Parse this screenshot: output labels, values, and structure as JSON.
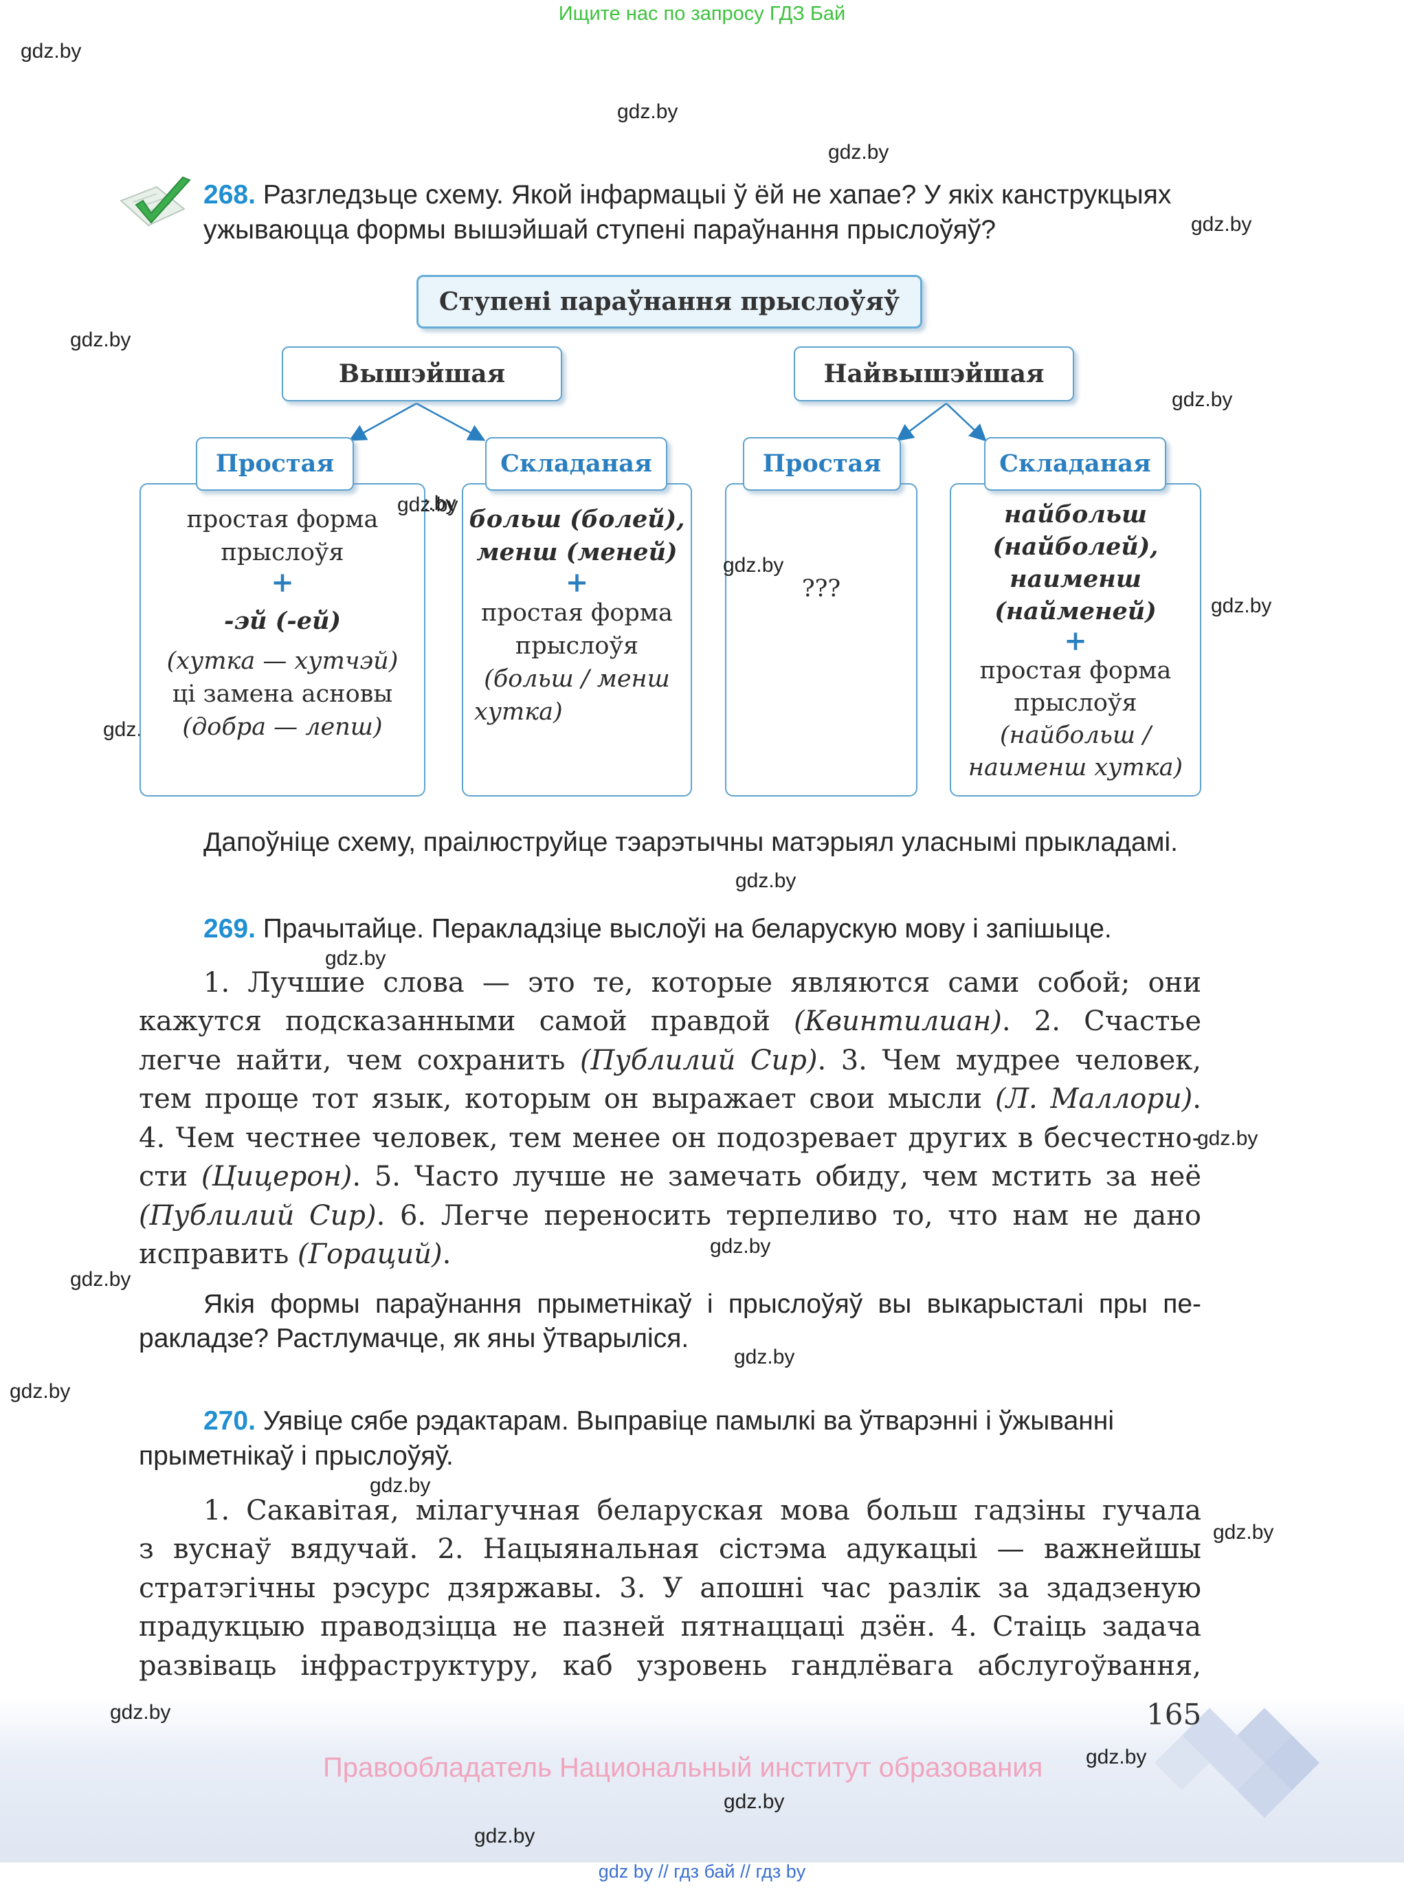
{
  "banner": "Ищите нас по запросу ГДЗ Бай",
  "watermark": "gdz.by",
  "ex268": {
    "num": "268.",
    "line1": "Разгледзьце схему. Якой інфармацыі ў ёй не хапае? У якіх канструкцыях",
    "line2": "ужываюцца формы вышэйшай ступені параўнання прыслоўяў?"
  },
  "diagram": {
    "root": "Ступені параўнання прыслоўяў",
    "higher": "Вышэйшая",
    "highest": "Найвышэйшая",
    "simple": "Простая",
    "compound": "Складаная",
    "col1": {
      "l1": "простая форма",
      "l2": "прыслоўя",
      "plus": "+",
      "l3": "-эй (-ей)",
      "l4": "(хутка — хутчэй)",
      "l5": "ці замена асновы",
      "l6": "(добра — лепш)"
    },
    "col2": {
      "l1": "больш (болей),",
      "l2": "менш (меней)",
      "plus": "+",
      "l3": "простая форма",
      "l4": "прыслоўя",
      "l5": "(больш / менш",
      "l6": "хутка)"
    },
    "col3": {
      "l1": "???"
    },
    "col4": {
      "l1": "найбольш",
      "l2": "(найболей),",
      "l3": "наименш",
      "l4": "(найменей)",
      "plus": "+",
      "l5": "простая форма",
      "l6": "прыслоўя",
      "l7": "(найбольш /",
      "l8": "наименш хутка)"
    }
  },
  "ex268_task": "Дапоўніце схему, праілюструйце тэарэтычны матэрыял уласнымі прыкладамі.",
  "ex269": {
    "num": "269.",
    "text": "Прачытайце. Перакладзіце выслоўі на беларускую мову і запішыце.",
    "l1": "1. Лучшие слова — это те, которые являются сами собой; они",
    "l2a": "кажутся подсказанными самой правдой ",
    "l2b": "(Квинтилиан)",
    "l2c": ". 2. Счастье",
    "l3a": "легче найти, чем сохранить ",
    "l3b": "(Публилий Сир)",
    "l3c": ". 3. Чем мудрее человек,",
    "l4a": "тем проще тот язык, которым он выражает свои мысли ",
    "l4b": "(Л. Маллори)",
    "l4c": ".",
    "l5": "4. Чем честнее человек, тем менее он подозревает других в бесчестно-",
    "l6a": "сти ",
    "l6b": "(Цицерон)",
    "l6c": ". 5. Часто лучше не замечать обиду, чем мстить за неё",
    "l7a": "(Публилий Сир)",
    "l7b": ". 6. Легче переносить терпеливо то, что нам не дано",
    "l8a": "исправить ",
    "l8b": "(Гораций)",
    "l8c": ".",
    "q1": "Якія формы параўнання прыметнікаў і прыслоўяў вы выкарысталі пры пе-",
    "q2": "ракладзе? Растлумачце, як яны ўтварыліся."
  },
  "ex270": {
    "num": "270.",
    "line1": "Уявіце сябе рэдактарам. Выправіце памылкі ва ўтварэнні і ўжыванні",
    "line2": "прыметнікаў і прыслоўяў.",
    "l1": "1. Сакавітая, мілагучная беларуская мова больш гадзіны гучала",
    "l2": "з вуснаў вядучай. 2. Нацыянальная сістэма адукацыі — важнейшы",
    "l3": "стратэгічны рэсурс дзяржавы. 3. У апошні час разлік за здадзеную",
    "l4": "прадукцыю праводзіцца не пазней пятнаццаці дзён. 4. Стаіць задача",
    "l5": "развіваць інфраструктуру, каб узровень гандлёвага абслугоўвання,"
  },
  "page_number": "165",
  "rights": "Правообладатель Национальный институт образования",
  "bottom_links": "gdz by  //  гдз бай  //  гдз by"
}
